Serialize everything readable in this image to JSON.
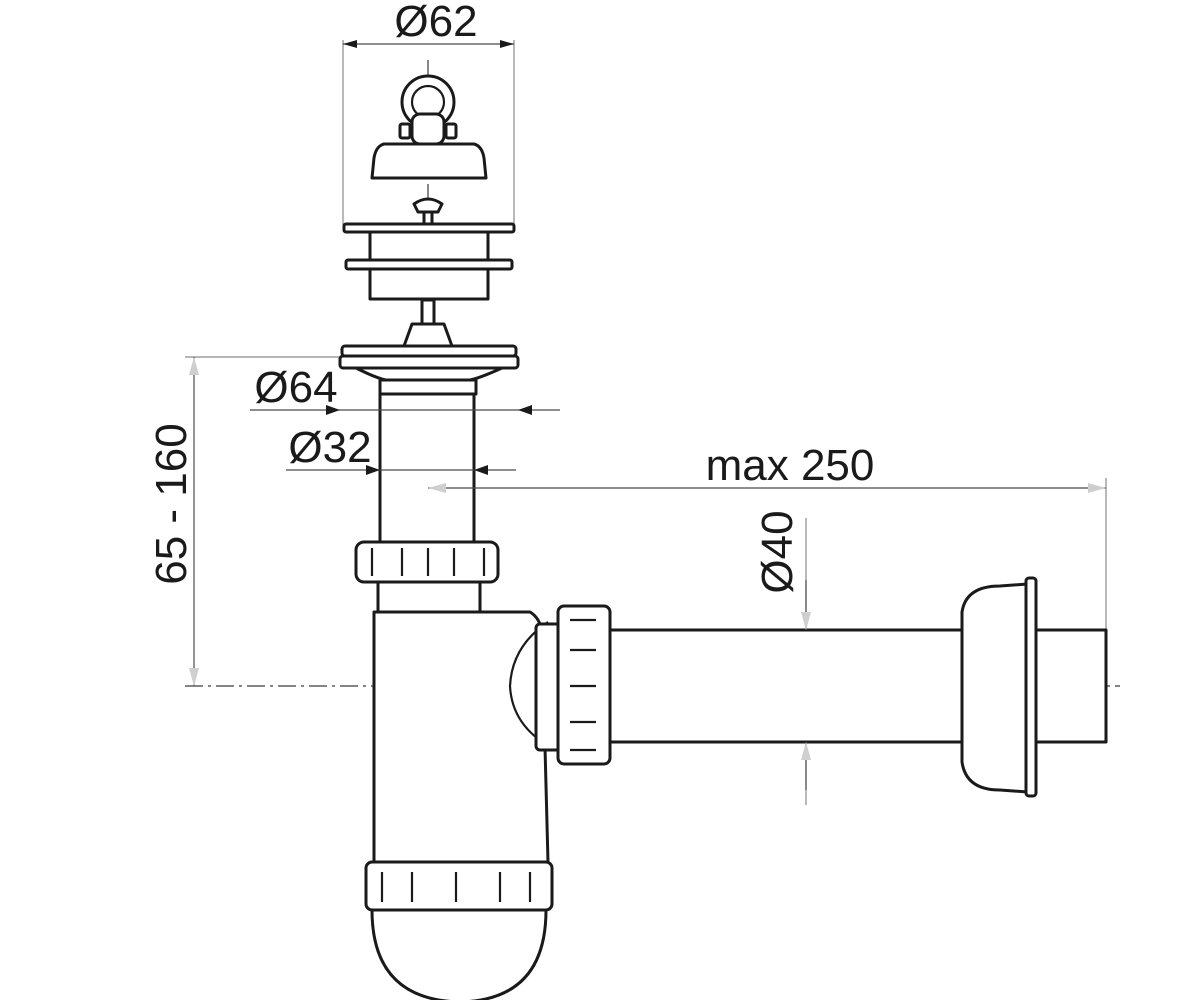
{
  "dimensions": {
    "strainer_diameter": "Ø62",
    "flange_diameter": "Ø64",
    "tube_diameter": "Ø32",
    "height_range": "65 - 160",
    "horizontal_length": "max 250",
    "outlet_diameter": "Ø40"
  }
}
